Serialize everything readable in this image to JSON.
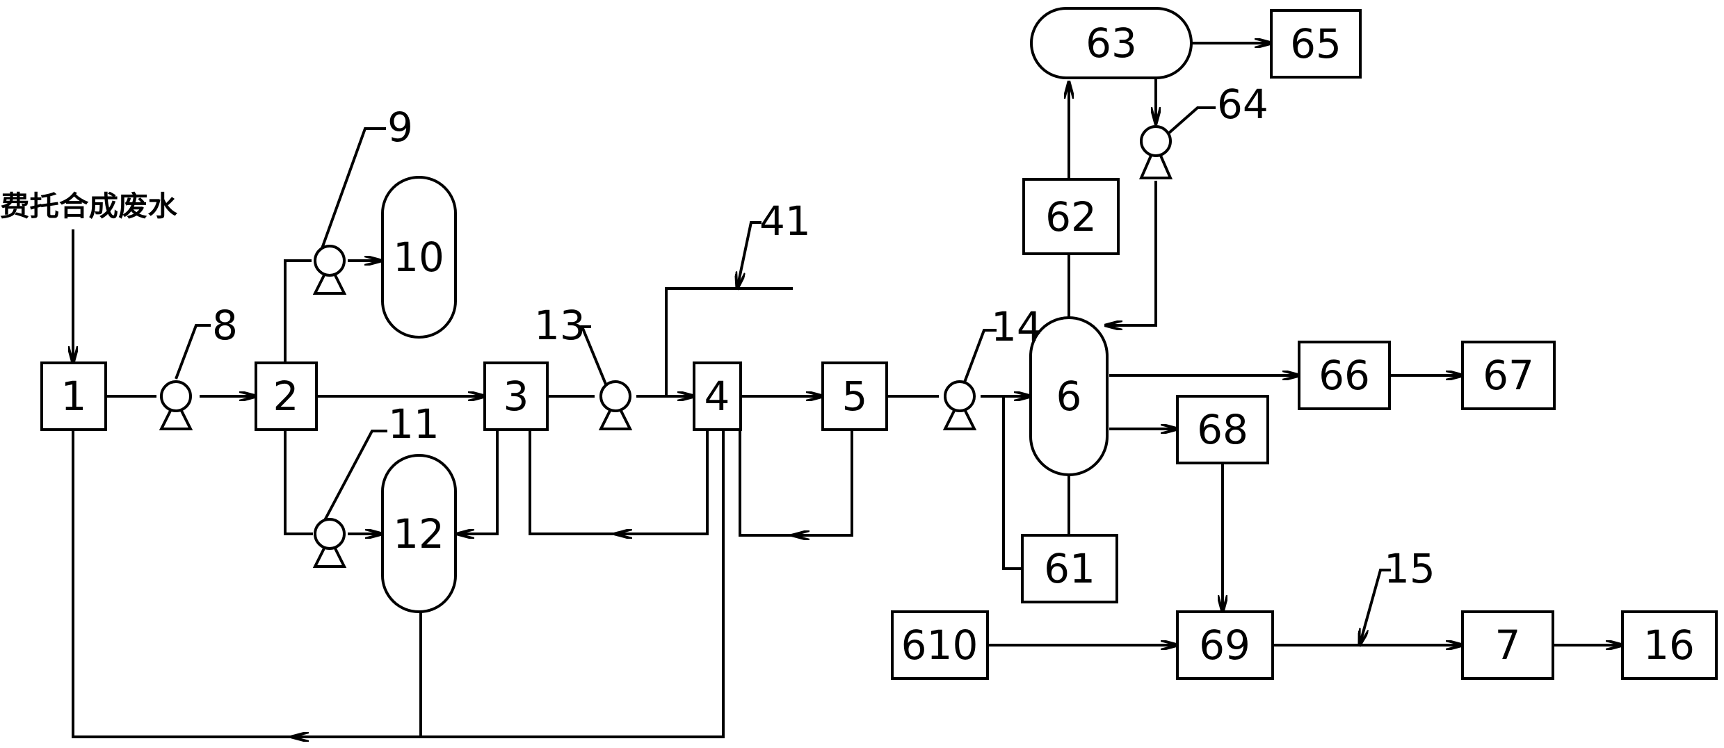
{
  "source_label": "费托合成废水",
  "units": {
    "u1": "1",
    "u2": "2",
    "u3": "3",
    "u4": "4",
    "u5": "5",
    "u6": "6",
    "u7": "7",
    "u10": "10",
    "u12": "12",
    "u16": "16",
    "u61": "61",
    "u62": "62",
    "u63": "63",
    "u65": "65",
    "u66": "66",
    "u67": "67",
    "u68": "68",
    "u69": "69",
    "u610": "610"
  },
  "callouts": {
    "c8": "8",
    "c9": "9",
    "c11": "11",
    "c13": "13",
    "c14": "14",
    "c15": "15",
    "c41": "41",
    "c64": "64"
  }
}
